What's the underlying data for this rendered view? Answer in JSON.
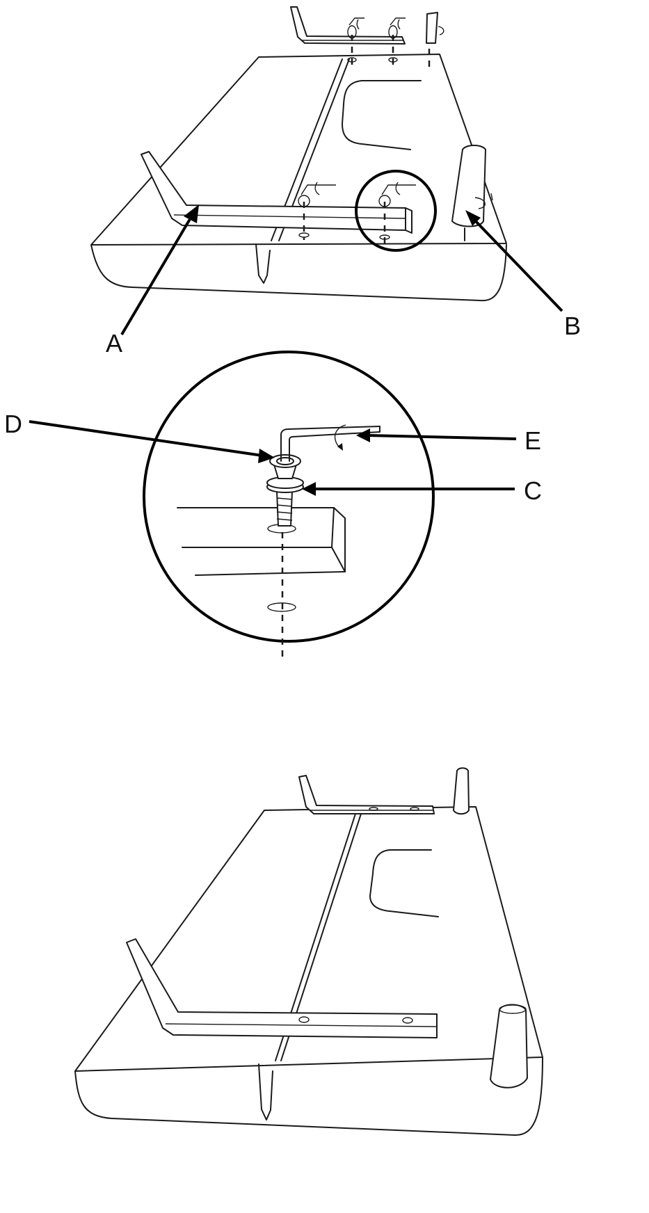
{
  "labels": {
    "a": "A",
    "b": "B",
    "c": "C",
    "d": "D",
    "e": "E"
  },
  "parts": {
    "a": "l-shaped-bracket",
    "b": "spool-pin",
    "c": "washer",
    "d": "screw",
    "e": "hex-key"
  },
  "colors": {
    "line": "#1a1a1a",
    "background": "#ffffff"
  }
}
